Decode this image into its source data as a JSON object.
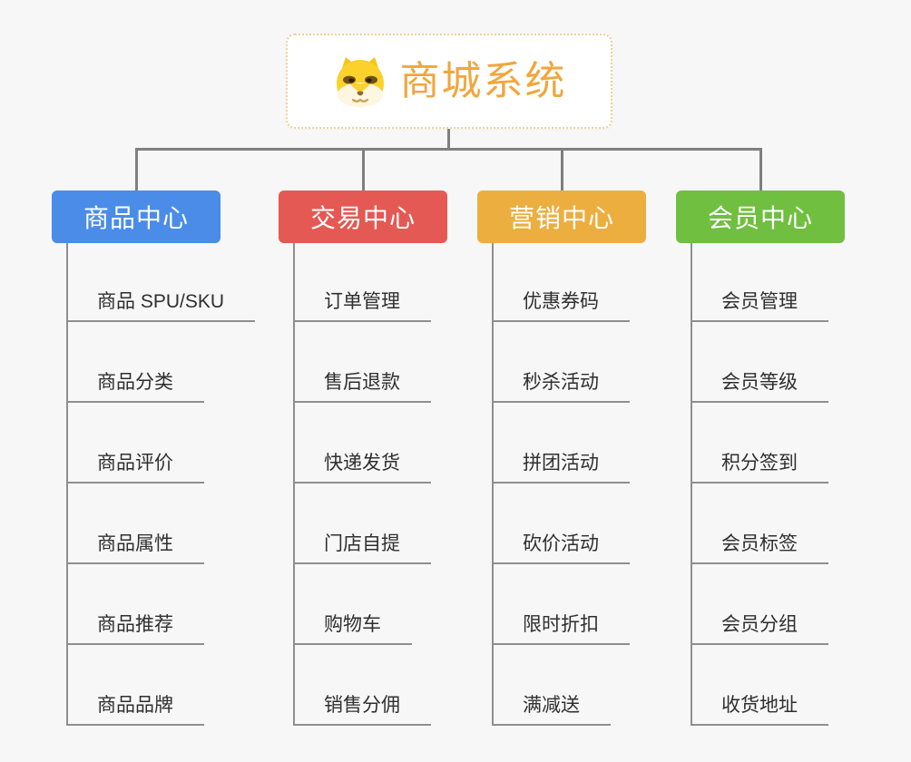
{
  "canvas": {
    "background": "#f7f7f7",
    "item_text_color": "#2f2f2f"
  },
  "lines": {
    "connector_color": "#7f7f7f",
    "branch_line_color": "#8f8f8f"
  },
  "root": {
    "title": "商城系统",
    "icon": "shiba-dog-icon",
    "text_color": "#f1a63d",
    "border_color": "#f3d097",
    "background": "#ffffff"
  },
  "branches": [
    {
      "label": "商品中心",
      "color": "#4a8ce8",
      "items": [
        "商品 SPU/SKU",
        "商品分类",
        "商品评价",
        "商品属性",
        "商品推荐",
        "商品品牌"
      ]
    },
    {
      "label": "交易中心",
      "color": "#e45953",
      "items": [
        "订单管理",
        "售后退款",
        "快递发货",
        "门店自提",
        "购物车",
        "销售分佣"
      ]
    },
    {
      "label": "营销中心",
      "color": "#ecae3e",
      "items": [
        "优惠券码",
        "秒杀活动",
        "拼团活动",
        "砍价活动",
        "限时折扣",
        "满减送"
      ]
    },
    {
      "label": "会员中心",
      "color": "#70bf40",
      "items": [
        "会员管理",
        "会员等级",
        "积分签到",
        "会员标签",
        "会员分组",
        "收货地址"
      ]
    }
  ]
}
